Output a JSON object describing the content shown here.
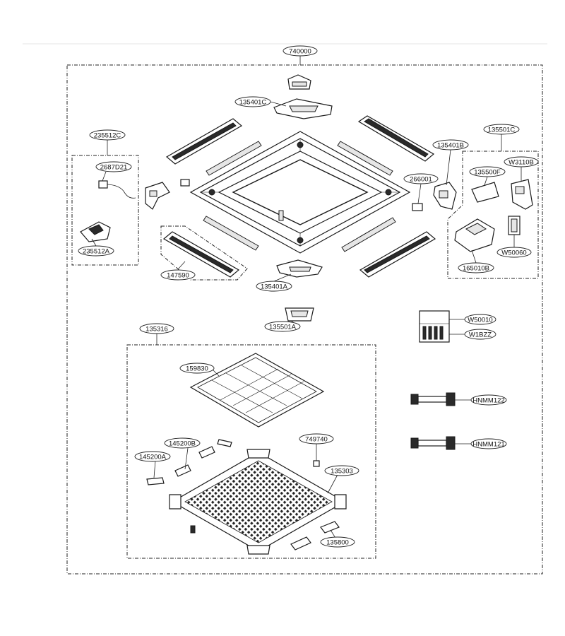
{
  "labels": {
    "l740000": "740000",
    "l135401C": "135401C",
    "l235512C": "235512C",
    "l2687D21": "2687D21",
    "l235512A": "235512A",
    "l147590": "147590",
    "l135401A": "135401A",
    "l135401B": "135401B",
    "l135501C": "135501C",
    "l266001": "266001",
    "l135500F": "135500F",
    "lW3110B": "W3110B",
    "lW50060": "W50060",
    "l165010B": "165010B",
    "l135501A": "135501A",
    "lW50010": "W50010",
    "lW1BZZ": "W1BZZ",
    "l135316": "135316",
    "l159830": "159830",
    "l145200B": "145200B",
    "l145200A": "145200A",
    "l749740": "749740",
    "l135303": "135303",
    "l135800": "135800",
    "lHNMM122": "HNMM122",
    "lHNMM121": "HNMM121"
  }
}
